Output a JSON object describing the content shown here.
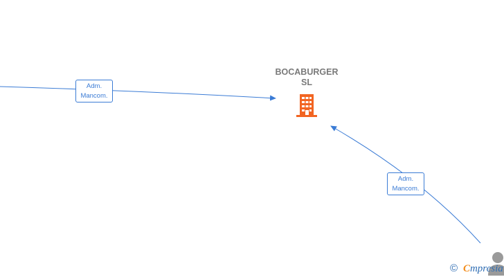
{
  "company": {
    "name_line1": "BOCABURGER",
    "name_line2": "SL",
    "icon": "building-icon",
    "icon_color": "#f26522"
  },
  "edges": [
    {
      "label_line1": "Adm.",
      "label_line2": "Mancom."
    },
    {
      "label_line1": "Adm.",
      "label_line2": "Mancom."
    }
  ],
  "person": {
    "icon": "person-icon",
    "color": "#9a9a9a"
  },
  "watermark": {
    "copyright": "©",
    "brand_first": "C",
    "brand_rest": "mpresia"
  },
  "colors": {
    "edge": "#3a7bd5",
    "label_text": "#3a7bd5",
    "company_text": "#7a7a7a"
  }
}
